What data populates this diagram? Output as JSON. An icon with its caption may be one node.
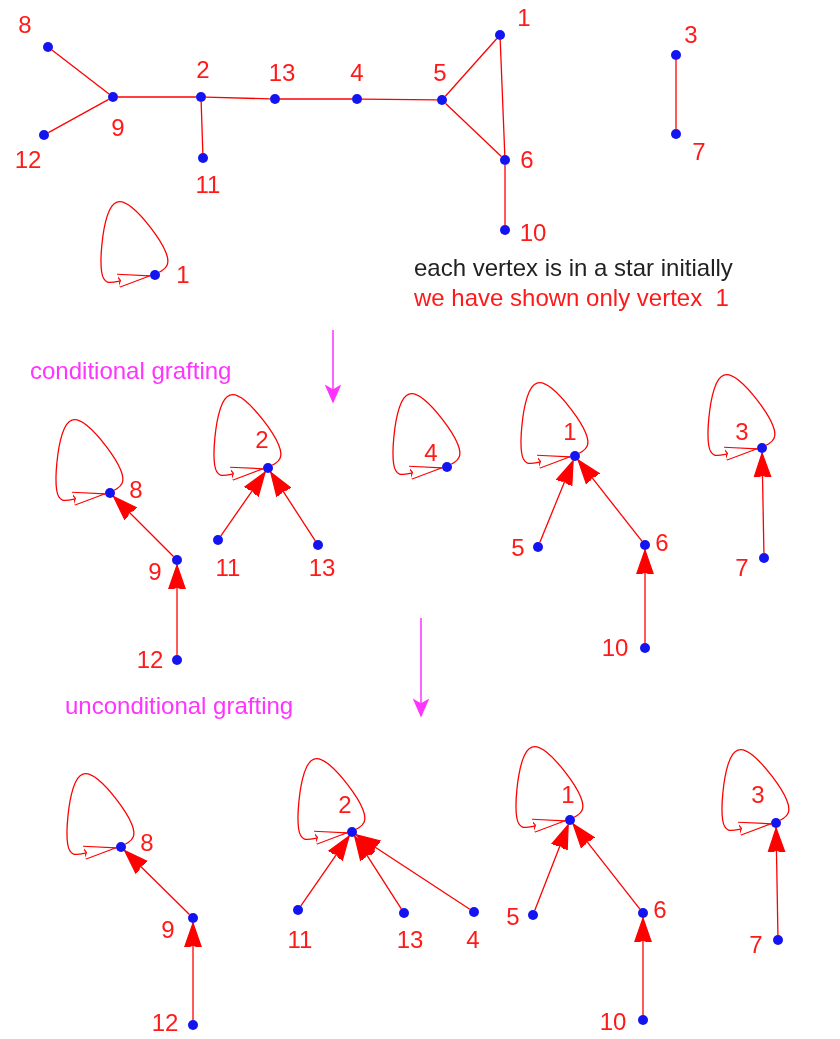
{
  "diagram": {
    "nodes": [
      {
        "text": [],
        "shape": "circle",
        "beside": [
          "8"
        ]
      },
      {
        "text": [],
        "shape": "circle",
        "beside": [
          "12"
        ]
      },
      {
        "text": [],
        "shape": "circle",
        "beside": [
          "9"
        ]
      },
      {
        "text": [],
        "shape": "circle",
        "beside": [
          "2"
        ]
      },
      {
        "text": [],
        "shape": "circle",
        "beside": [
          "11"
        ]
      },
      {
        "text": [],
        "shape": "circle",
        "beside": [
          "13"
        ]
      },
      {
        "text": [],
        "shape": "circle",
        "beside": [
          "4"
        ]
      },
      {
        "text": [],
        "shape": "circle",
        "beside": [
          "5"
        ]
      },
      {
        "text": [],
        "shape": "circle",
        "beside": [
          "1"
        ]
      },
      {
        "text": [],
        "shape": "circle",
        "beside": [
          "6"
        ]
      },
      {
        "text": [],
        "shape": "circle",
        "beside": [
          "10"
        ]
      },
      {
        "text": [],
        "shape": "circle",
        "beside": [
          "3"
        ]
      },
      {
        "text": [],
        "shape": "circle",
        "beside": [
          "7"
        ]
      },
      {
        "text": [],
        "shape": "circle",
        "beside": [
          "1"
        ]
      },
      {
        "text": [],
        "shape": "circle",
        "beside": [
          "8"
        ]
      },
      {
        "text": [],
        "shape": "circle",
        "beside": [
          "9"
        ]
      },
      {
        "text": [],
        "shape": "circle",
        "beside": [
          "12"
        ]
      },
      {
        "text": [],
        "shape": "circle",
        "beside": [
          "2"
        ]
      },
      {
        "text": [],
        "shape": "circle",
        "beside": [
          "11"
        ]
      },
      {
        "text": [],
        "shape": "circle",
        "beside": [
          "13"
        ]
      },
      {
        "text": [],
        "shape": "circle",
        "beside": [
          "4"
        ]
      },
      {
        "text": [],
        "shape": "circle",
        "beside": [
          "1"
        ]
      },
      {
        "text": [],
        "shape": "circle",
        "beside": [
          "5"
        ]
      },
      {
        "text": [],
        "shape": "circle",
        "beside": [
          "6"
        ]
      },
      {
        "text": [],
        "shape": "circle",
        "beside": [
          "10"
        ]
      },
      {
        "text": [],
        "shape": "circle",
        "beside": [
          "3"
        ]
      },
      {
        "text": [],
        "shape": "circle",
        "beside": [
          "7"
        ]
      },
      {
        "text": [],
        "shape": "circle",
        "beside": [
          "8"
        ]
      },
      {
        "text": [],
        "shape": "circle",
        "beside": [
          "9"
        ]
      },
      {
        "text": [],
        "shape": "circle",
        "beside": [
          "12"
        ]
      },
      {
        "text": [],
        "shape": "circle",
        "beside": [
          "2"
        ]
      },
      {
        "text": [],
        "shape": "circle",
        "beside": [
          "11"
        ]
      },
      {
        "text": [],
        "shape": "circle",
        "beside": [
          "13"
        ]
      },
      {
        "text": [],
        "shape": "circle",
        "beside": [
          "4"
        ]
      },
      {
        "text": [],
        "shape": "circle",
        "beside": [
          "1"
        ]
      },
      {
        "text": [],
        "shape": "circle",
        "beside": [
          "5"
        ]
      },
      {
        "text": [],
        "shape": "circle",
        "beside": [
          "6"
        ]
      },
      {
        "text": [],
        "shape": "circle",
        "beside": [
          "10"
        ]
      },
      {
        "text": [],
        "shape": "circle",
        "beside": [
          "3"
        ]
      },
      {
        "text": [],
        "shape": "circle",
        "beside": [
          "7"
        ]
      }
    ],
    "edges": [
      {
        "from": 0,
        "to": 2,
        "arrow": "none"
      },
      {
        "from": 1,
        "to": 2,
        "arrow": "none"
      },
      {
        "from": 2,
        "to": 3,
        "arrow": "none"
      },
      {
        "from": 3,
        "to": 4,
        "arrow": "none"
      },
      {
        "from": 3,
        "to": 5,
        "arrow": "none"
      },
      {
        "from": 5,
        "to": 6,
        "arrow": "none"
      },
      {
        "from": 6,
        "to": 7,
        "arrow": "none"
      },
      {
        "from": 7,
        "to": 8,
        "arrow": "none"
      },
      {
        "from": 7,
        "to": 9,
        "arrow": "none"
      },
      {
        "from": 8,
        "to": 9,
        "arrow": "none"
      },
      {
        "from": 9,
        "to": 10,
        "arrow": "none"
      },
      {
        "from": 11,
        "to": 12,
        "arrow": "none"
      },
      {
        "from": 13,
        "to": 13,
        "arrow": "to"
      },
      {
        "from": 14,
        "to": 14,
        "arrow": "to"
      },
      {
        "from": 15,
        "to": 14,
        "arrow": "to"
      },
      {
        "from": 16,
        "to": 15,
        "arrow": "to"
      },
      {
        "from": 17,
        "to": 17,
        "arrow": "to"
      },
      {
        "from": 18,
        "to": 17,
        "arrow": "to"
      },
      {
        "from": 19,
        "to": 17,
        "arrow": "to"
      },
      {
        "from": 20,
        "to": 20,
        "arrow": "to"
      },
      {
        "from": 21,
        "to": 21,
        "arrow": "to"
      },
      {
        "from": 22,
        "to": 21,
        "arrow": "to"
      },
      {
        "from": 23,
        "to": 21,
        "arrow": "to"
      },
      {
        "from": 24,
        "to": 23,
        "arrow": "to"
      },
      {
        "from": 25,
        "to": 25,
        "arrow": "to"
      },
      {
        "from": 26,
        "to": 25,
        "arrow": "to"
      },
      {
        "from": 27,
        "to": 27,
        "arrow": "to"
      },
      {
        "from": 28,
        "to": 27,
        "arrow": "to"
      },
      {
        "from": 29,
        "to": 28,
        "arrow": "to"
      },
      {
        "from": 30,
        "to": 30,
        "arrow": "to"
      },
      {
        "from": 31,
        "to": 30,
        "arrow": "to"
      },
      {
        "from": 32,
        "to": 30,
        "arrow": "to"
      },
      {
        "from": 33,
        "to": 30,
        "arrow": "to"
      },
      {
        "from": 34,
        "to": 34,
        "arrow": "to"
      },
      {
        "from": 35,
        "to": 34,
        "arrow": "to"
      },
      {
        "from": 36,
        "to": 34,
        "arrow": "to"
      },
      {
        "from": 37,
        "to": 36,
        "arrow": "to"
      },
      {
        "from": 38,
        "to": 38,
        "arrow": "to"
      },
      {
        "from": 39,
        "to": 38,
        "arrow": "to"
      }
    ],
    "labels": [
      "each vertex is in a star initially",
      "we have shown only vertex  1",
      "conditional grafting",
      "unconditional grafting"
    ]
  }
}
